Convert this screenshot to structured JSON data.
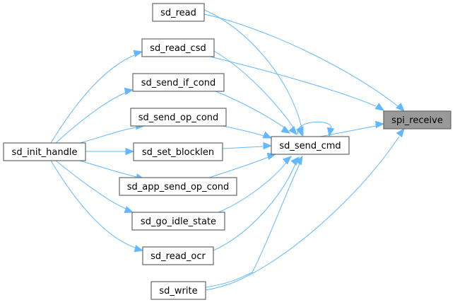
{
  "diagram": {
    "type": "caller-graph",
    "edge_color": "#63b8ff",
    "node_border_color": "#666666",
    "highlight_fill": "#999999",
    "nodes": [
      {
        "id": "sd_read",
        "label": "sd_read"
      },
      {
        "id": "sd_read_csd",
        "label": "sd_read_csd"
      },
      {
        "id": "sd_send_if_cond",
        "label": "sd_send_if_cond"
      },
      {
        "id": "sd_send_op_cond",
        "label": "sd_send_op_cond"
      },
      {
        "id": "sd_init_handle",
        "label": "sd_init_handle"
      },
      {
        "id": "sd_set_blocklen",
        "label": "sd_set_blocklen"
      },
      {
        "id": "sd_app_send_op_cond",
        "label": "sd_app_send_op_cond"
      },
      {
        "id": "sd_go_idle_state",
        "label": "sd_go_idle_state"
      },
      {
        "id": "sd_read_ocr",
        "label": "sd_read_ocr"
      },
      {
        "id": "sd_write",
        "label": "sd_write"
      },
      {
        "id": "sd_send_cmd",
        "label": "sd_send_cmd"
      },
      {
        "id": "spi_receive",
        "label": "spi_receive",
        "highlighted": true
      }
    ],
    "edges": [
      {
        "from": "sd_read",
        "to": "spi_receive"
      },
      {
        "from": "sd_read",
        "to": "sd_send_cmd"
      },
      {
        "from": "sd_read_csd",
        "to": "spi_receive"
      },
      {
        "from": "sd_read_csd",
        "to": "sd_send_cmd"
      },
      {
        "from": "sd_send_if_cond",
        "to": "sd_send_cmd"
      },
      {
        "from": "sd_send_op_cond",
        "to": "sd_send_cmd"
      },
      {
        "from": "sd_set_blocklen",
        "to": "sd_send_cmd"
      },
      {
        "from": "sd_app_send_op_cond",
        "to": "sd_send_cmd"
      },
      {
        "from": "sd_go_idle_state",
        "to": "sd_send_cmd"
      },
      {
        "from": "sd_read_ocr",
        "to": "sd_send_cmd"
      },
      {
        "from": "sd_write",
        "to": "sd_send_cmd"
      },
      {
        "from": "sd_write",
        "to": "spi_receive"
      },
      {
        "from": "sd_send_cmd",
        "to": "sd_send_cmd"
      },
      {
        "from": "sd_send_cmd",
        "to": "spi_receive"
      },
      {
        "from": "sd_init_handle",
        "to": "sd_read_csd"
      },
      {
        "from": "sd_init_handle",
        "to": "sd_send_if_cond"
      },
      {
        "from": "sd_init_handle",
        "to": "sd_send_op_cond"
      },
      {
        "from": "sd_init_handle",
        "to": "sd_set_blocklen"
      },
      {
        "from": "sd_init_handle",
        "to": "sd_app_send_op_cond"
      },
      {
        "from": "sd_init_handle",
        "to": "sd_go_idle_state"
      },
      {
        "from": "sd_init_handle",
        "to": "sd_read_ocr"
      }
    ]
  }
}
